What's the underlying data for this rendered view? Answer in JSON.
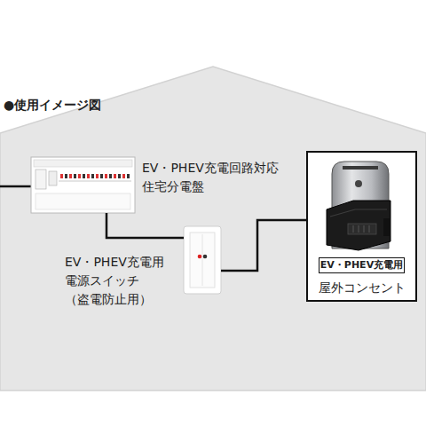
{
  "diagram": {
    "title": "●使用イメージ図",
    "nodes": [
      {
        "text": [
          "EV・PHEV充電回路対応 住宅分電盤"
        ]
      },
      {
        "text": [
          "EV・PHEV充電用 電源スイッチ （盗電防止用）"
        ]
      },
      {
        "text": [
          "EV・PHEV充電用",
          "屋外コンセント"
        ]
      }
    ],
    "edges": [
      {
        "from": 0,
        "to": 1,
        "arrow": "none"
      },
      {
        "from": 1,
        "to": 2,
        "arrow": "none"
      }
    ]
  }
}
